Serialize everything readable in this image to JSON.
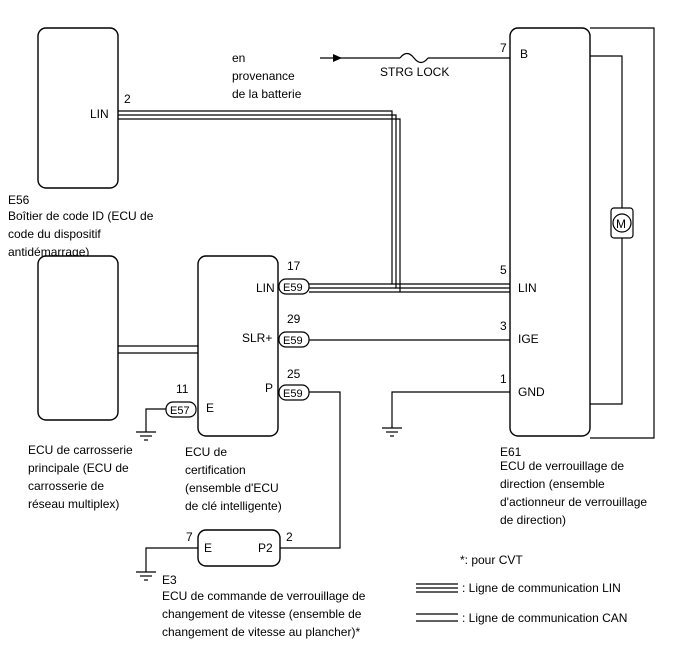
{
  "components": {
    "e56": {
      "code": "E56",
      "name_lines": [
        "Boîtier de code ID (ECU de",
        "code du dispositif",
        "antidémarrage)"
      ],
      "pin_number": "2",
      "pin_label": "LIN"
    },
    "body_ecu": {
      "name_lines": [
        "ECU de carrosserie",
        "principale (ECU de",
        "carrosserie de",
        "réseau multiplex)"
      ]
    },
    "cert_ecu": {
      "name_lines": [
        "ECU de",
        "certification",
        "(ensemble d'ECU",
        "de clé intelligente)"
      ],
      "pins": [
        {
          "number": "17",
          "label": "LIN",
          "connector": "E59"
        },
        {
          "number": "29",
          "label": "SLR+",
          "connector": "E59"
        },
        {
          "number": "25",
          "label": "P",
          "connector": "E59"
        },
        {
          "number": "11",
          "label": "E",
          "connector": "E57"
        }
      ]
    },
    "e61": {
      "code": "E61",
      "name_lines": [
        "ECU de verrouillage de",
        "direction (ensemble",
        "d'actionneur de verrouillage",
        "de direction)"
      ],
      "pins": [
        {
          "number": "7",
          "label": "B"
        },
        {
          "number": "5",
          "label": "LIN"
        },
        {
          "number": "3",
          "label": "IGE"
        },
        {
          "number": "1",
          "label": "GND"
        }
      ]
    },
    "e3": {
      "code": "E3",
      "name_lines": [
        "ECU de commande de verrouillage de",
        "changement de vitesse (ensemble de",
        "changement de vitesse au plancher)*"
      ],
      "pins": [
        {
          "number": "7",
          "label": "E"
        },
        {
          "number": "2",
          "label": "P2"
        }
      ]
    }
  },
  "battery": {
    "text_lines": [
      "en",
      "provenance",
      "de la batterie"
    ],
    "fuse_label": "STRG LOCK"
  },
  "motor_label": "M",
  "legend": {
    "note": "*: pour CVT",
    "lin": ": Ligne de communication LIN",
    "can": ": Ligne de communication CAN"
  }
}
